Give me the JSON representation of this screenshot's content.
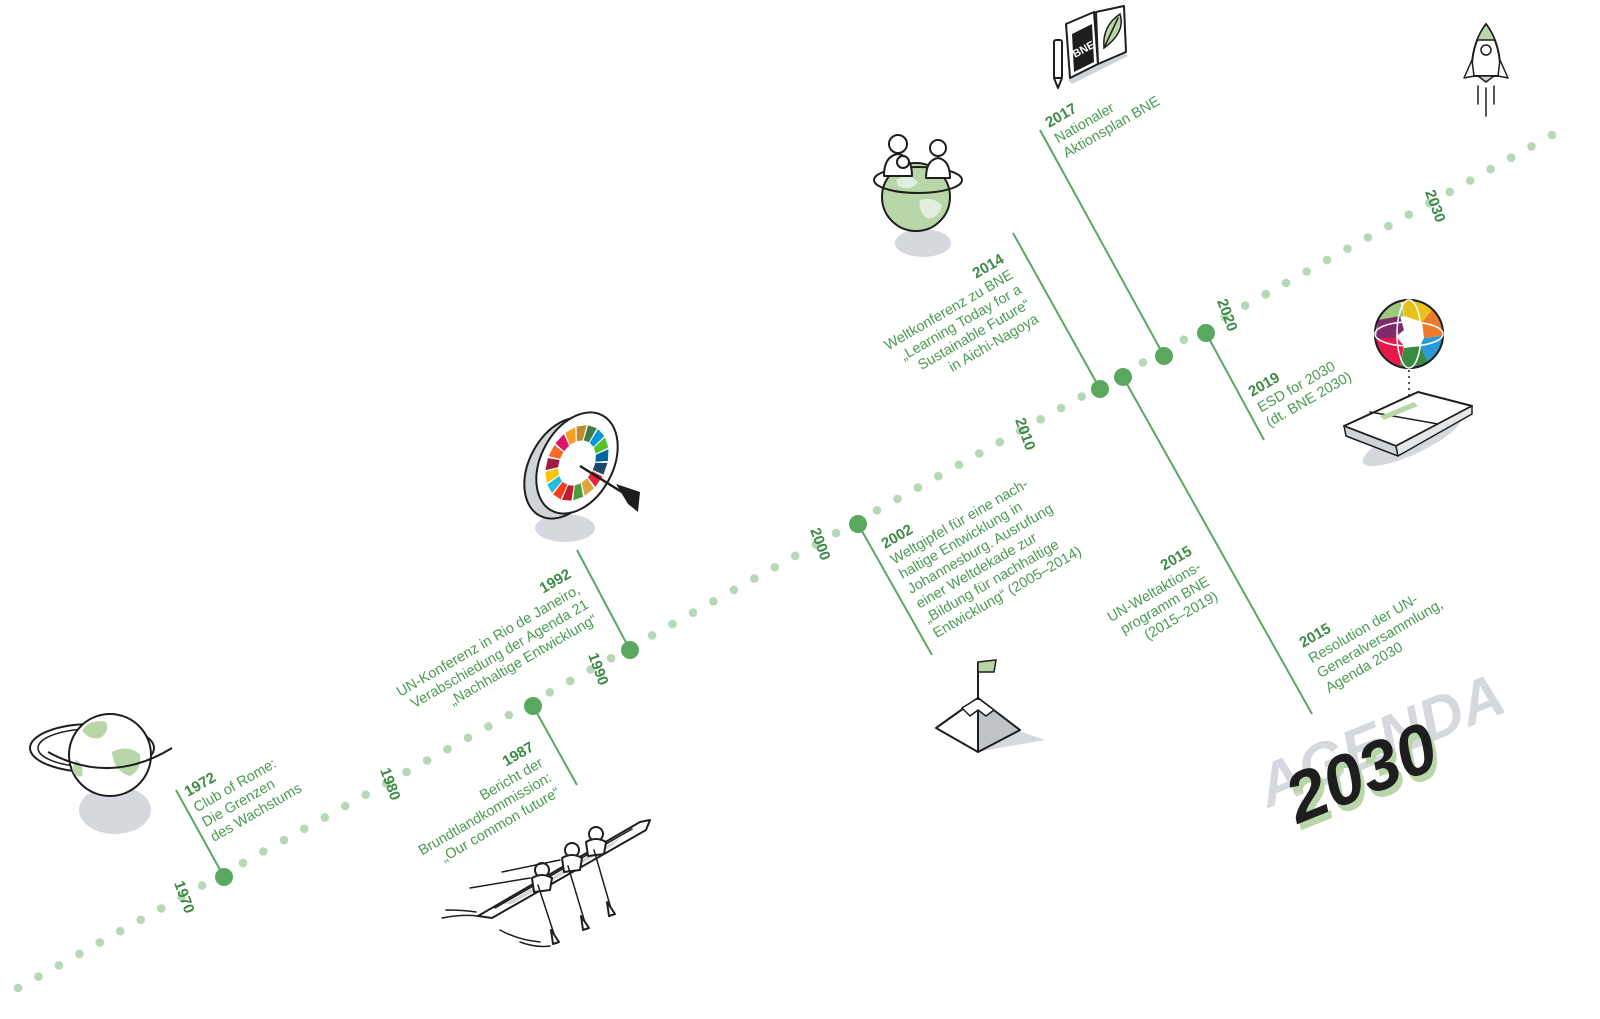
{
  "timeline": {
    "decades": [
      "1970",
      "1980",
      "1990",
      "2000",
      "2010",
      "2020",
      "2030"
    ],
    "events": [
      {
        "id": "e1972",
        "year": "1972",
        "lines": [
          "Club of Rome:",
          "Die Grenzen",
          "des Wachstums"
        ]
      },
      {
        "id": "e1987",
        "year": "1987",
        "lines": [
          "Bericht der",
          "Brundtlandkommission:",
          "„Our common future“"
        ]
      },
      {
        "id": "e1992",
        "year": "1992",
        "lines": [
          "UN-Konferenz in Rio de Janeiro,",
          "Verabschiedung der Agenda 21",
          "„Nachhaltige Entwicklung“"
        ]
      },
      {
        "id": "e2002",
        "year": "2002",
        "lines": [
          "Weltgipfel für eine nach-",
          "haltige Entwicklung in",
          "Johannesburg. Ausrufung",
          "einer Weltdekade zur",
          "„Bildung für nachhaltige",
          "Entwicklung“ (2005–2014)"
        ]
      },
      {
        "id": "e2014",
        "year": "2014",
        "lines": [
          "Weltkonferenz zu BNE",
          "„Learning Today for a",
          "Sustainable Future“",
          "in Aichi-Nagoya"
        ]
      },
      {
        "id": "e2015a",
        "year": "2015",
        "lines": [
          "UN-Weltaktions-",
          "programm BNE",
          "(2015–2019)"
        ]
      },
      {
        "id": "e2015b",
        "year": "2015",
        "lines": [
          "Resolution der UN-",
          "Generalversammlung,",
          "Agenda 2030"
        ]
      },
      {
        "id": "e2017",
        "year": "2017",
        "lines": [
          "Nationaler",
          "Aktionsplan BNE"
        ]
      },
      {
        "id": "e2019",
        "year": "2019",
        "lines": [
          "ESD for 2030",
          "(dt. BNE 2030)"
        ]
      }
    ]
  },
  "icons": {
    "book_label": "BNE",
    "agenda_word": "AGENDA",
    "agenda_year": "2030"
  },
  "colors": {
    "accent_green": "#5aa85f",
    "text_green": "#3d8a47",
    "dot_light": "#b5d8b5",
    "ink": "#1e1e1e",
    "shadow": "#d5d8dc"
  }
}
